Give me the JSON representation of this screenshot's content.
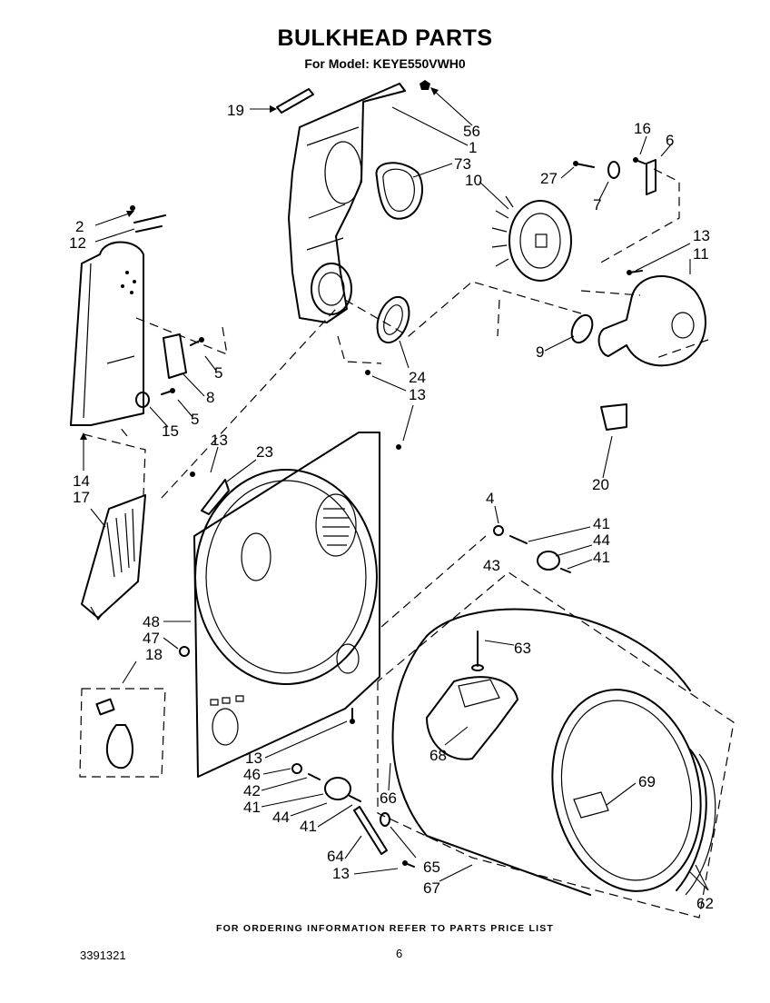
{
  "header": {
    "title": "BULKHEAD PARTS",
    "subtitle": "For Model: KEYE550VWH0"
  },
  "footer": {
    "ordering_note": "FOR ORDERING INFORMATION REFER TO PARTS PRICE LIST",
    "document_number": "3391321",
    "page_number": "6"
  },
  "callouts": {
    "c19": "19",
    "c56": "56",
    "c1": "1",
    "c73": "73",
    "c10": "10",
    "c16": "16",
    "c6": "6",
    "c27": "27",
    "c7": "7",
    "c13a": "13",
    "c11": "11",
    "c2": "2",
    "c12": "12",
    "c9": "9",
    "c5a": "5",
    "c8": "8",
    "c5b": "5",
    "c15": "15",
    "c24": "24",
    "c13b": "13",
    "c20": "20",
    "c13c": "13",
    "c23": "23",
    "c14": "14",
    "c17": "17",
    "c4": "4",
    "c41a": "41",
    "c44a": "44",
    "c41b": "41",
    "c43": "43",
    "c48": "48",
    "c47": "47",
    "c18": "18",
    "c63": "63",
    "c68": "68",
    "c69": "69",
    "c13d": "13",
    "c46": "46",
    "c42": "42",
    "c41c": "41",
    "c44b": "44",
    "c41d": "41",
    "c66": "66",
    "c64": "64",
    "c65": "65",
    "c13e": "13",
    "c67": "67",
    "c62": "62"
  }
}
